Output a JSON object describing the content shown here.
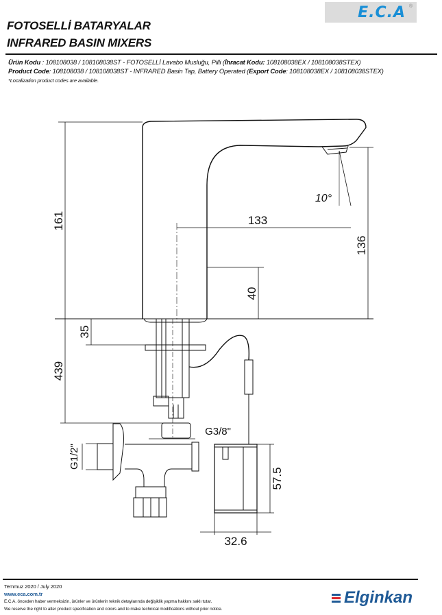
{
  "brand": {
    "logo": "E.C.A",
    "registered": "®",
    "partner": "Elginkan"
  },
  "header": {
    "title_tr": "FOTOSELLİ BATARYALAR",
    "title_en": "INFRARED BASIN MIXERS"
  },
  "codes": {
    "tr_label": "Ürün Kodu",
    "tr_text": "   : 108108038 / 108108038ST - FOTOSELLİ Lavabo Musluğu, Pilli (",
    "tr_export_label": "İhracat Kodu:",
    "tr_export": " 108108038EX / 108108038STEX)",
    "en_label": "Product Code",
    "en_text": ": 108108038 / 108108038ST - INFRARED Basin Tap, Battery Operated (",
    "en_export_label": "Export Code",
    "en_export": ": 108108038EX / 108108038STEX)",
    "note": "*Localization product codes are available."
  },
  "dimensions": {
    "d161": "161",
    "d133": "133",
    "d136": "136",
    "d40": "40",
    "angle": "10°",
    "d35": "35",
    "d439": "439",
    "g38": "G3/8\"",
    "g12": "G1/2\"",
    "d575": "57.5",
    "d326": "32.6"
  },
  "footer": {
    "date": "Temmuz 2020 / July 2020",
    "url": "www.eca.com.tr",
    "disclaimer_tr": "E.C.A. önceden haber vermeksizin, ürünler ve ürünlerin teknik detaylarında değişiklik yapma hakkını saklı tutar.",
    "disclaimer_en": "We reserve the right to alter product specification and colors and to make technical modifications without prior notice."
  },
  "colors": {
    "eca_blue": "#1a8fd6",
    "elginkan_blue": "#1f5a96",
    "elginkan_red": "#d9272e"
  }
}
